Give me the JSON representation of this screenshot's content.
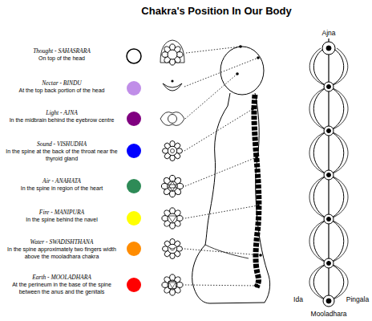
{
  "diagram": {
    "title": "Chakra's Position In Our Body",
    "labels": [
      "Thought - SAHASRARA",
      "On top of the head",
      "Nectar - BINDU",
      "At the top back portion of the head",
      "Light - AJNA",
      "In the midbrain behind the eyebrow centre",
      "Sound - VISHUDHA",
      "In the spine at the back of the throat near the thyroid gland",
      "Air - ANAHATA",
      "In the spine in region of the heart",
      "Fire - MANIPURA",
      "In the spine behind the navel",
      "Water - SWADISHTHANA",
      "In the spine approximately two fingers width above the mooladhara chakra",
      "Earth - MOOLADHARA",
      "At the perineum in the base of the spine between the anus and the genitals",
      "Ajna",
      "Ida",
      "Pingala",
      "Mooladhara"
    ]
  }
}
